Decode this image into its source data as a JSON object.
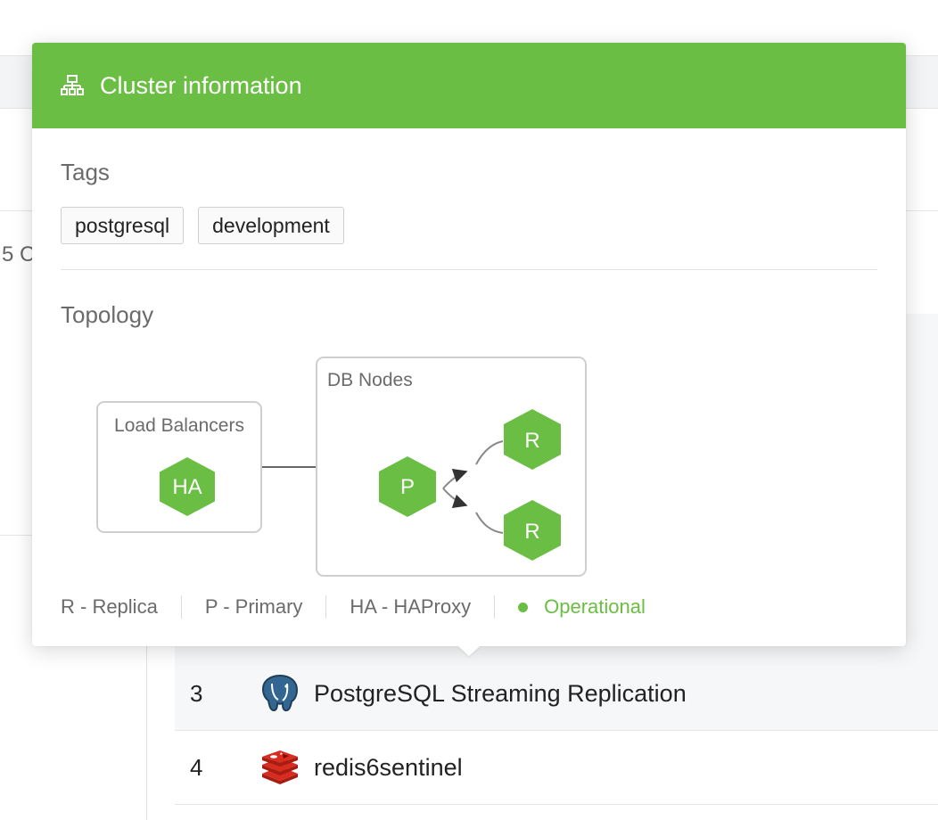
{
  "background": {
    "partial_text": "5 C",
    "rows": [
      {
        "num": "3",
        "name": "PostgreSQL Streaming Replication",
        "icon": "postgresql-icon"
      },
      {
        "num": "4",
        "name": "redis6sentinel",
        "icon": "redis-icon"
      }
    ]
  },
  "popover": {
    "title": "Cluster information",
    "title_icon": "sitemap-icon",
    "accent_color": "#6abe43",
    "tags_label": "Tags",
    "tags": [
      "postgresql",
      "development"
    ],
    "topology_label": "Topology",
    "topology": {
      "load_balancers_label": "Load Balancers",
      "db_nodes_label": "DB Nodes",
      "ha_node": "HA",
      "primary_node": "P",
      "replica_nodes": [
        "R",
        "R"
      ]
    },
    "legend": {
      "replica": "R - Replica",
      "primary": "P - Primary",
      "haproxy": "HA - HAProxy",
      "status": "Operational"
    }
  }
}
